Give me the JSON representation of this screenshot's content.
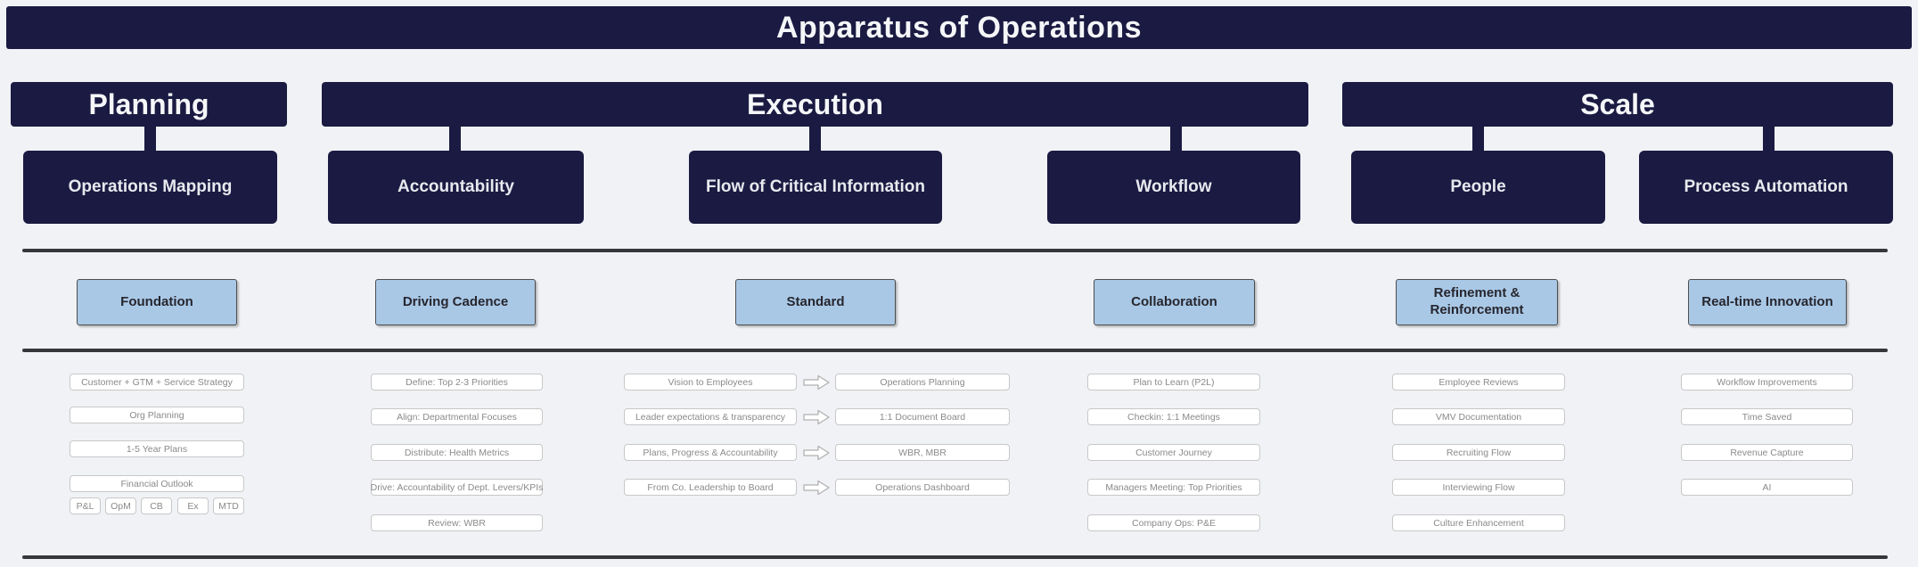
{
  "title": "Apparatus of Operations",
  "colors": {
    "navy": "#1a1a42",
    "page_background": "#f0f2f5",
    "lane_header_blue": "#a9c8e6",
    "lane_header_border": "#4d4d4d",
    "cell_border": "#c8c8c8",
    "cell_text": "#8a8a8a",
    "rule_line": "#37373a"
  },
  "sections": [
    {
      "label": "Planning"
    },
    {
      "label": "Execution"
    },
    {
      "label": "Scale"
    }
  ],
  "subsections": [
    {
      "label": "Operations Mapping"
    },
    {
      "label": "Accountability"
    },
    {
      "label": "Flow of Critical Information"
    },
    {
      "label": "Workflow"
    },
    {
      "label": "People"
    },
    {
      "label": "Process Automation"
    }
  ],
  "lanes": [
    {
      "header": "Foundation",
      "items": [
        "Customer + GTM + Service Strategy",
        "Org Planning",
        "1-5 Year Plans",
        "Financial Outlook"
      ],
      "chips": [
        "P&L",
        "OpM",
        "CB",
        "Ex",
        "MTD"
      ]
    },
    {
      "header": "Driving Cadence",
      "items": [
        "Define: Top 2-3 Priorities",
        "Align: Departmental Focuses",
        "Distribute: Health Metrics",
        "Drive: Accountability of Dept. Levers/KPIs",
        "Review: WBR"
      ]
    },
    {
      "header": "Standard",
      "pairs": [
        {
          "from": "Vision to Employees",
          "to": "Operations Planning"
        },
        {
          "from": "Leader expectations & transparency",
          "to": "1:1 Document Board"
        },
        {
          "from": "Plans, Progress & Accountability",
          "to": "WBR, MBR"
        },
        {
          "from": "From Co. Leadership to Board",
          "to": "Operations Dashboard"
        }
      ],
      "arrow_icon": "block-arrow-right"
    },
    {
      "header": "Collaboration",
      "items": [
        "Plan to Learn (P2L)",
        "Checkin: 1:1 Meetings",
        "Customer Journey",
        "Managers Meeting: Top Priorities",
        "Company Ops: P&E"
      ]
    },
    {
      "header": "Refinement & Reinforcement",
      "items": [
        "Employee Reviews",
        "VMV Documentation",
        "Recruiting Flow",
        "Interviewing Flow",
        "Culture Enhancement"
      ]
    },
    {
      "header": "Real-time Innovation",
      "items": [
        "Workflow Improvements",
        "Time Saved",
        "Revenue Capture",
        "AI"
      ]
    }
  ]
}
